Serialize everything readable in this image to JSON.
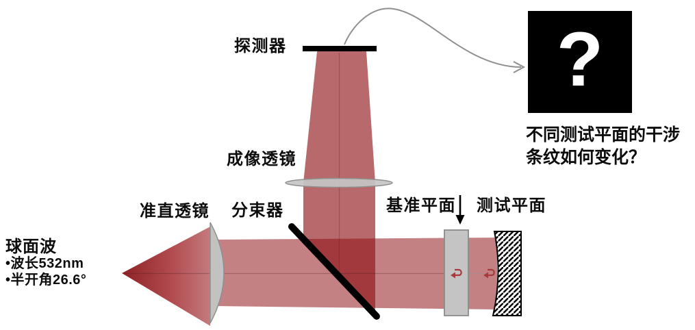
{
  "diagram": {
    "title_context": "Fizeau interferometer optical layout",
    "labels": {
      "detector": "探测器",
      "imaging_lens": "成像透镜",
      "collimating_lens": "准直透镜",
      "beam_splitter": "分束器",
      "reference_plane": "基准平面",
      "test_plane": "测试平面"
    },
    "source": {
      "title": "球面波",
      "bullets": [
        "•波长532nm",
        "•半开角26.6°"
      ]
    },
    "question_box": {
      "symbol": "?"
    },
    "caption": {
      "line1": "不同测试平面的干涉",
      "line2": "条纹如何变化？"
    },
    "colors": {
      "beam_base": "#8d0d11",
      "beam_horizontal": "#c7797c",
      "beam_vertical": "#bd5d61",
      "beam_overlap": "#a93c40",
      "lens_gray": "#c2c2c2",
      "lens_stroke": "#8f8f8f",
      "reflection_arrow_red": "#a83a3e",
      "connector_gray": "#8f8f8f",
      "question_bg": "#000000",
      "question_fg": "#ffffff"
    }
  }
}
